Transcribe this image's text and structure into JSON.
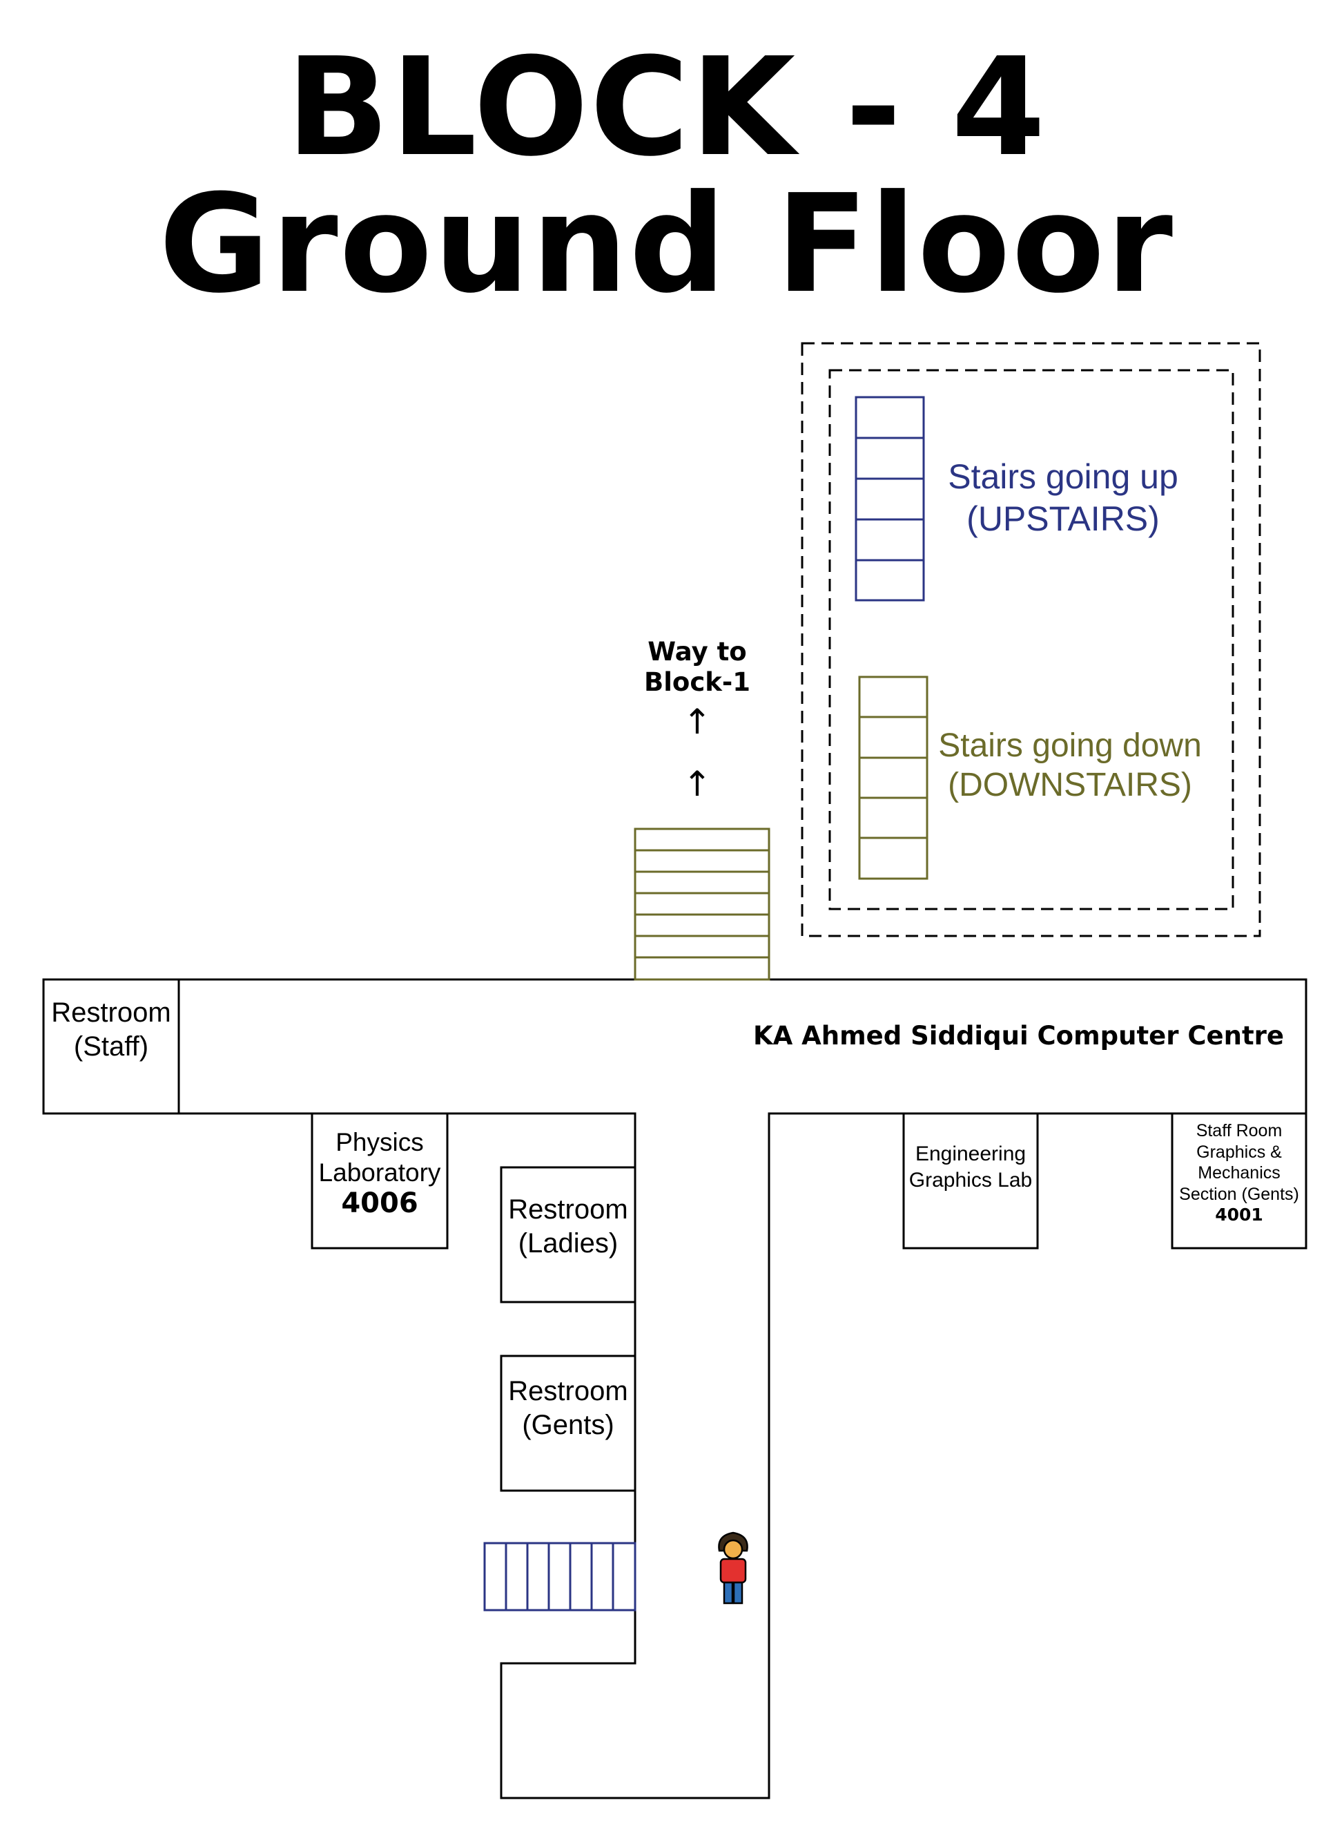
{
  "title": {
    "line1": "BLOCK - 4",
    "line2": "Ground Floor"
  },
  "colors": {
    "upstairs": "#2b3584",
    "downstairs": "#6b6b2a",
    "walls": "#000000"
  },
  "legend": {
    "upstairs_line1": "Stairs going up",
    "upstairs_line2": "(UPSTAIRS)",
    "downstairs_line1": "Stairs going down",
    "downstairs_line2": "(DOWNSTAIRS)"
  },
  "way_to_block1": {
    "line1": "Way to",
    "line2": "Block-1",
    "arrow_glyph": "↑"
  },
  "rooms": {
    "restroom_staff": {
      "line1": "Restroom",
      "line2": "(Staff)"
    },
    "computer_centre": {
      "label": "KA Ahmed Siddiqui Computer Centre"
    },
    "physics_lab": {
      "line1": "Physics",
      "line2": "Laboratory",
      "number": "4006"
    },
    "restroom_ladies": {
      "line1": "Restroom",
      "line2": "(Ladies)"
    },
    "restroom_gents": {
      "line1": "Restroom",
      "line2": "(Gents)"
    },
    "engineering_graphics": {
      "line1": "Engineering",
      "line2": "Graphics Lab"
    },
    "staff_room": {
      "line1": "Staff Room",
      "line2": "Graphics &",
      "line3": "Mechanics",
      "line4": "Section (Gents)",
      "number": "4001"
    }
  },
  "marker": {
    "icon": "person-icon"
  }
}
